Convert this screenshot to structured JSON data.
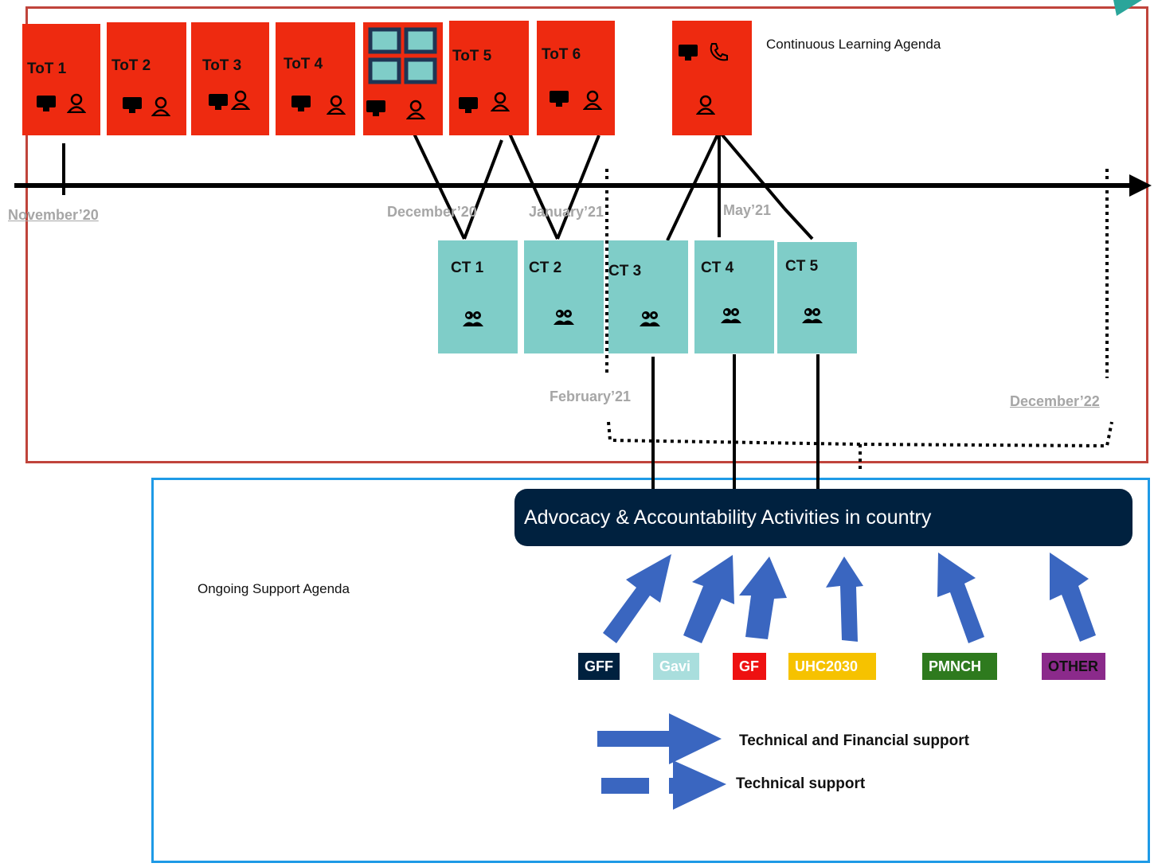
{
  "agendas": {
    "learning": "Continuous Learning Agenda",
    "support": "Ongoing Support Agenda"
  },
  "tot_boxes": [
    {
      "label": "ToT 1"
    },
    {
      "label": "ToT 2"
    },
    {
      "label": "ToT 3"
    },
    {
      "label": "ToT 4"
    },
    {
      "label": ""
    },
    {
      "label": "ToT 5"
    },
    {
      "label": "ToT 6"
    },
    {
      "label": ""
    }
  ],
  "ct_boxes": [
    {
      "label": "CT 1"
    },
    {
      "label": "CT 2"
    },
    {
      "label": "CT 3"
    },
    {
      "label": "CT 4"
    },
    {
      "label": "CT 5"
    }
  ],
  "dates": {
    "nov20": "November’20",
    "dec20": "December’20",
    "jan21": "January’21",
    "may21": "May’21",
    "feb21": "February’21",
    "dec22": "December’22"
  },
  "activity": "Advocacy & Accountability Activities in country",
  "partners": [
    {
      "label": "GFF",
      "bg": "#00213f",
      "fg": "#ffffff"
    },
    {
      "label": "Gavi",
      "bg": "#a9dedd",
      "fg": "#ffffff"
    },
    {
      "label": "GF",
      "bg": "#ee1111",
      "fg": "#ffffff"
    },
    {
      "label": "UHC2030",
      "bg": "#f6c200",
      "fg": "#ffffff"
    },
    {
      "label": "PMNCH",
      "bg": "#2e7a1e",
      "fg": "#ffffff"
    },
    {
      "label": "OTHER",
      "bg": "#8b2a8b",
      "fg": "#111111"
    }
  ],
  "legend": {
    "solid": "Technical and Financial support",
    "dashed": "Technical support"
  },
  "colors": {
    "tot": "#ee2a10",
    "ct": "#7fcdc8",
    "arrow": "#3a66c0",
    "frame_red": "#c0443b",
    "frame_blue": "#1e9ae6"
  },
  "icons": {
    "monitor": "monitor-icon",
    "person": "person-icon",
    "phone": "phone-icon",
    "group": "group-icon",
    "grid": "video-grid-icon"
  }
}
